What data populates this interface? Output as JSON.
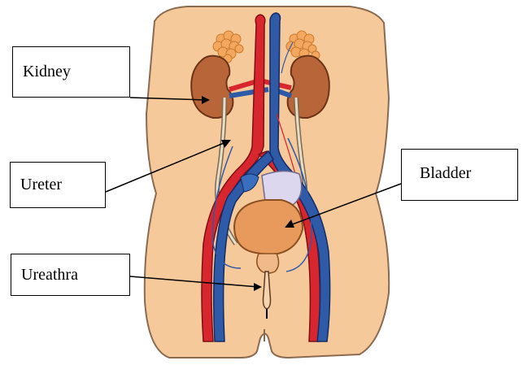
{
  "labels": {
    "kidney": "Kidney",
    "ureter": "Ureter",
    "bladder": "Bladder",
    "ureathra": "Ureathra"
  },
  "colors": {
    "skin": "#f6c99a",
    "skin_edge": "#8a6a50",
    "kidney": "#b9653a",
    "artery": "#d8262e",
    "vein": "#2f5aa8",
    "bladder": "#e89a5c",
    "adrenal": "#f3a75f",
    "ureter": "#e7dcc4"
  }
}
